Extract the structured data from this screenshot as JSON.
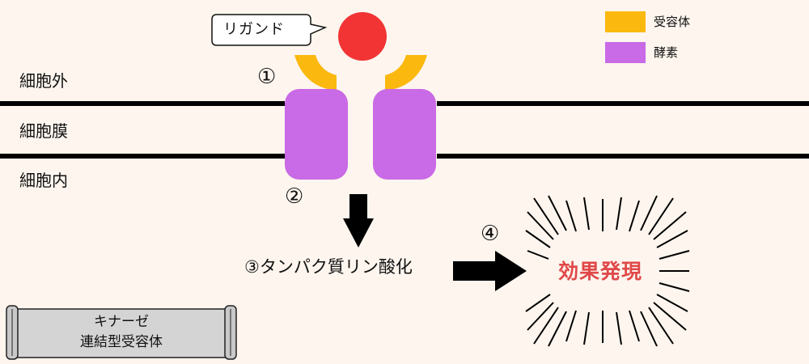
{
  "ligand_label": "リガンド",
  "legend": [
    {
      "label": "受容体",
      "color": "#fbb80f"
    },
    {
      "label": "酵素",
      "color": "#c96ae6"
    }
  ],
  "regions": {
    "outside": "細胞外",
    "membrane": "細胞膜",
    "inside": "細胞内"
  },
  "steps": {
    "s1": "①",
    "s2": "②",
    "s3": "③タンパク質リン酸化",
    "s4": "④"
  },
  "effect": "効果発現",
  "title_scroll": {
    "line1": "キナーゼ",
    "line2": "連結型受容体"
  },
  "colors": {
    "ligand": "#f23434",
    "receptor": "#fbb80f",
    "enzyme": "#c96ae6",
    "effect_text": "#e04848"
  }
}
